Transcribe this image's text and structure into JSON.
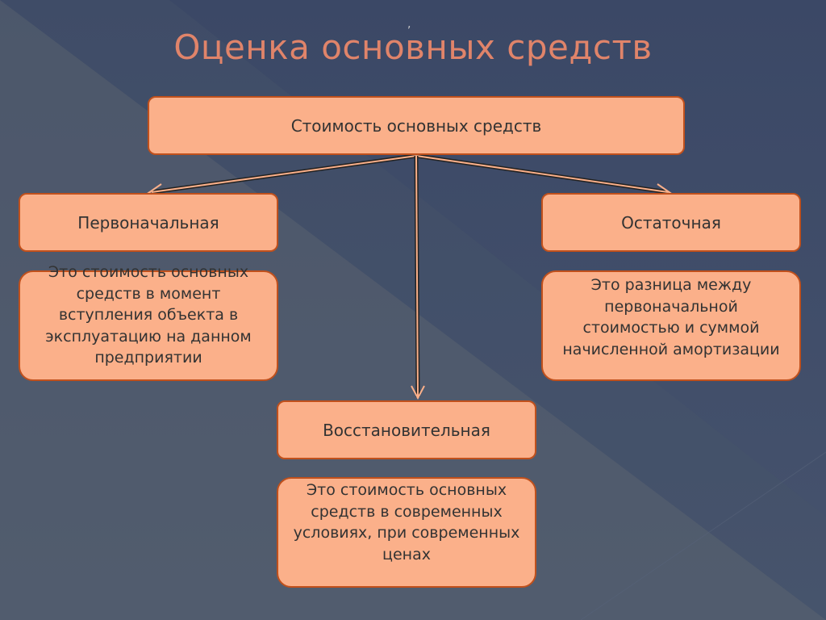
{
  "title": "Оценка основных средств",
  "title_mark": ",",
  "root": {
    "label": "Стоимость основных средств"
  },
  "branches": [
    {
      "id": "original",
      "label": "Первоначальная",
      "description": "Это стоимость основных средств в момент вступления объекта в эксплуатацию на данном предприятии"
    },
    {
      "id": "residual",
      "label": "Остаточная",
      "description": "Это разница между первоначальной стоимостью и суммой начисленной амортизации"
    },
    {
      "id": "replacement",
      "label": "Восстановительная",
      "description": "Это стоимость основных средств в современных условиях, при современных ценах"
    }
  ],
  "colors": {
    "background": "#3e4b66",
    "box_fill": "#fbb08a",
    "box_border": "#c0501c",
    "title": "#e0846a",
    "text": "#333333"
  }
}
